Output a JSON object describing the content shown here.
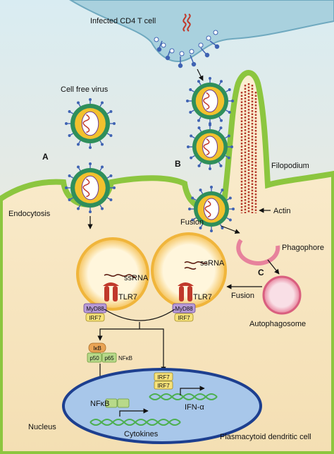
{
  "labels": {
    "infected_cell": "Infected CD4 T cell",
    "cell_free_virus": "Cell free virus",
    "route_a": "A",
    "route_b": "B",
    "route_c": "C",
    "filopodium": "Filopodium",
    "endocytosis": "Endocytosis",
    "fusion_top": "Fusion",
    "actin": "Actin",
    "phagophore": "Phagophore",
    "ssrna_left": "ssRNA",
    "ssrna_right": "ssRNA",
    "tlr7_left": "TLR7",
    "tlr7_right": "TLR7",
    "myd88_left": "MyD88",
    "myd88_right": "MyD88",
    "irf7_left": "IRF7",
    "irf7_right": "IRF7",
    "fusion_c": "Fusion",
    "autophagosome": "Autophagosome",
    "ikb": "IκB",
    "p50": "p50",
    "p65": "p65",
    "nfkb_complex": "NFκB",
    "irf7_nucleus_1": "IRF7",
    "irf7_nucleus_2": "IRF7",
    "nfkb_nucleus": "NFκB",
    "ifn_alpha": "IFN-α",
    "nucleus": "Nucleus",
    "cytokines": "Cytokines",
    "pdc": "Plasmacytoid dendritic cell"
  },
  "colors": {
    "background_top": "#cfe6f0",
    "cd4_cell": "#a9d1de",
    "pdc_cytoplasm": "#f7e9c6",
    "pdc_membrane": "#8cc63f",
    "nucleus_fill": "#a8c7ea",
    "nucleus_border": "#1d3f8f",
    "virus_envelope": "#2f8f5b",
    "virus_capsid": "#f2c12e",
    "virus_spike": "#3f63b3",
    "rna": "#c0392b",
    "endosome_ring": "#f5c35b",
    "tlr7": "#c0392b",
    "myd88": "#b79ad6",
    "irf7": "#f7e27a",
    "ikb": "#e9a455",
    "nfkb_subunits": "#b8d98a",
    "actin": "#b43a2b",
    "autophagosome": "#e7829c",
    "dna": "#4caf50"
  }
}
